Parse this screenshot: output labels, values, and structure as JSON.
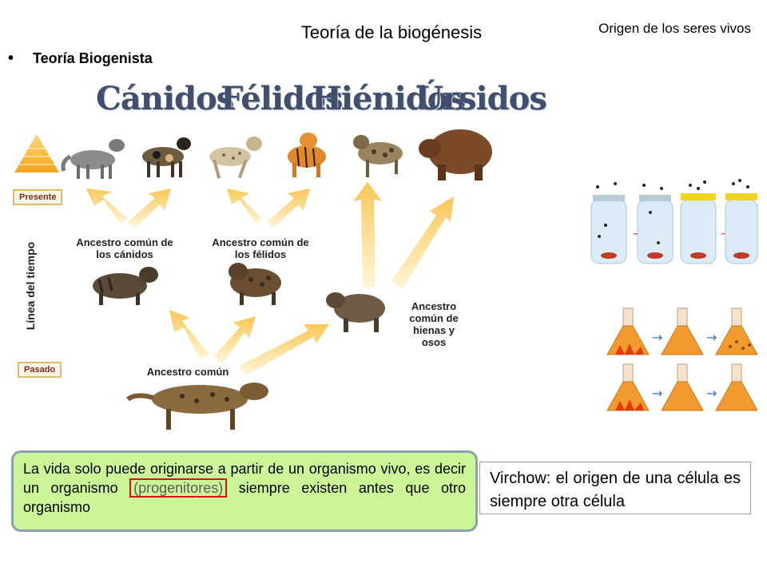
{
  "header": {
    "title": "Teoría de la biogénesis",
    "subtitle": "Origen de los seres vivos"
  },
  "bullet": {
    "symbol": "•",
    "text": "Teoría Biogenista"
  },
  "diagram": {
    "families": [
      "Cánidos",
      "Félidos",
      "Hiénidos",
      "Úrsidos"
    ],
    "present_label": "Presente",
    "past_label": "Pasado",
    "timeline_label": "Línea del tiempo",
    "ancestors": {
      "canids": "Ancestro común de los cánidos",
      "felids": "Ancestro común de los félidos",
      "hyena_bear": "Ancestro común de hienas y osos",
      "common": "Ancestro común"
    },
    "colors": {
      "family_text": "#3f4f6d",
      "arrow": "#f9c757",
      "label_border": "#e7b86a"
    }
  },
  "experiments": {
    "jar_icon": "jar-with-flies-icon",
    "flask_icon": "flask-boiling-icon"
  },
  "text_boxes": {
    "biogenesis_before": "La vida solo puede originarse a partir de un organismo vivo, es decir un organismo ",
    "biogenesis_highlight": "(progenitores)",
    "biogenesis_after": " siempre existen antes que otro organismo",
    "virchow": "Virchow: el origen de una célula es siempre otra célula",
    "colors": {
      "green_bg": "#ccf597",
      "highlight_border": "#d11414"
    }
  }
}
